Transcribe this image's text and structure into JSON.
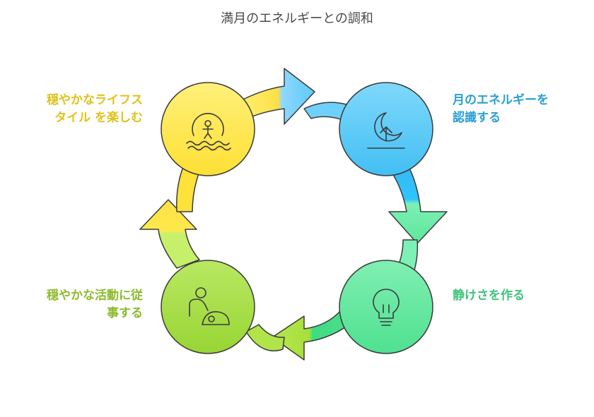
{
  "title": "満月のエネルギーとの調和",
  "steps": [
    {
      "id": "tl",
      "lines": [
        "穏やかなライフス",
        "タイル を楽しむ"
      ],
      "icon": "person-in-water-icon",
      "color": "#fde047"
    },
    {
      "id": "tr",
      "lines": [
        "月のエネルギーを",
        "認識する"
      ],
      "icon": "moon-rising-icon",
      "color": "#4fc6f5"
    },
    {
      "id": "br",
      "lines": [
        "静けさを作る"
      ],
      "icon": "lightbulb-icon",
      "color": "#5ee79a"
    },
    {
      "id": "bl",
      "lines": [
        "穏やかな活動に従",
        "事する"
      ],
      "icon": "person-with-pet-icon",
      "color": "#a3dc3c"
    }
  ]
}
